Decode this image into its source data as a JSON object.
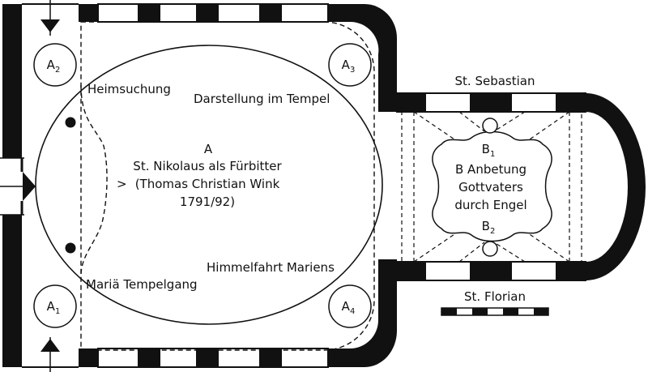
{
  "colors": {
    "wall": "#111111",
    "paper": "#ffffff",
    "ink": "#111111"
  },
  "main_hall": {
    "fresco_letter": "A",
    "fresco_title": "St. Nikolaus als Fürbitter",
    "fresco_artist": "(Thomas Christian Wink",
    "fresco_date": "1791/92)",
    "arrow_glyph": ">"
  },
  "scenes": {
    "heimsuchung": "Heimsuchung",
    "darstellung": "Darstellung im Tempel",
    "himmelfahrt": "Himmelfahrt Mariens",
    "tempelgang": "Mariä Tempelgang"
  },
  "corner_medallions": [
    {
      "letter": "A",
      "index": "2"
    },
    {
      "letter": "A",
      "index": "3"
    },
    {
      "letter": "A",
      "index": "1"
    },
    {
      "letter": "A",
      "index": "4"
    }
  ],
  "choir": {
    "fresco_letter_line": "B Anbetung",
    "fresco_line2": "Gottvaters",
    "fresco_line3": "durch Engel",
    "top_label": {
      "letter": "B",
      "index": "1"
    },
    "bottom_label": {
      "letter": "B",
      "index": "2"
    }
  },
  "side_labels": {
    "north": "St. Sebastian",
    "south": "St. Florian"
  }
}
